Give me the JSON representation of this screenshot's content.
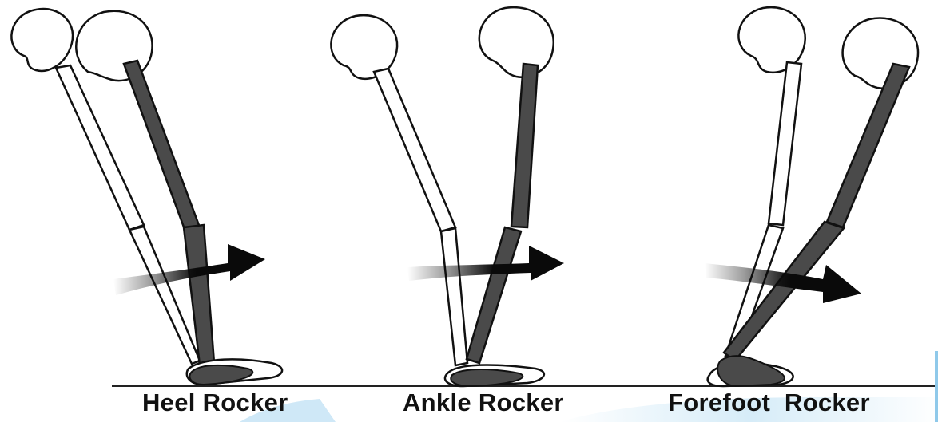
{
  "captions": {
    "heel": "Heel Rocker",
    "ankle": "Ankle Rocker",
    "forefoot": "Forefoot  Rocker"
  },
  "colors": {
    "dark_limb": "#4a4a4a",
    "light_limb": "#ffffff",
    "outline": "#111111",
    "arrow": "#0a0a0a",
    "ground": "#222222",
    "bg_accent": "#d6ecf8"
  }
}
